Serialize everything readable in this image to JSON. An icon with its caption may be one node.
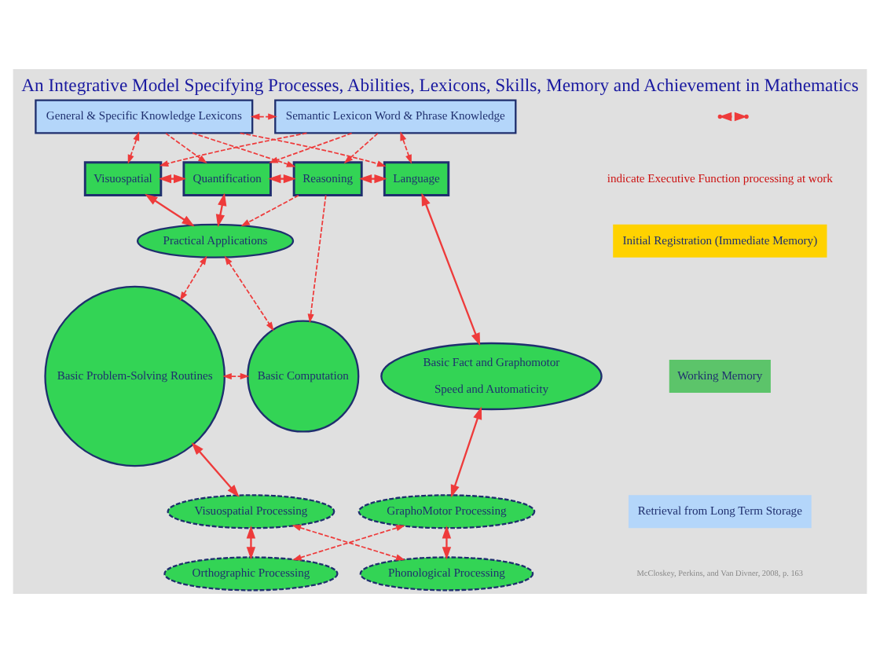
{
  "diagram": {
    "title": "An Integrative Model Specifying Processes, Abilities, Lexicons, Skills, Memory and Achievement in Mathematics",
    "nodes": [
      {
        "text": [
          "General & Specific Knowledge Lexicons"
        ]
      },
      {
        "text": [
          "Semantic Lexicon Word & Phrase Knowledge"
        ]
      },
      {
        "text": [
          "Visuospatial"
        ]
      },
      {
        "text": [
          "Quantification"
        ]
      },
      {
        "text": [
          "Reasoning"
        ]
      },
      {
        "text": [
          "Language"
        ]
      },
      {
        "text": [
          "Practical Applications"
        ]
      },
      {
        "text": [
          "Basic Problem-Solving Routines"
        ]
      },
      {
        "text": [
          "Basic Computation"
        ]
      },
      {
        "text": [
          "Basic Fact and Graphomotor",
          "Speed and Automaticity"
        ]
      },
      {
        "text": [
          "Visuospatial Processing"
        ]
      },
      {
        "text": [
          "GraphoMotor Processing"
        ]
      },
      {
        "text": [
          "Orthographic Processing"
        ]
      },
      {
        "text": [
          "Phonological Processing"
        ]
      },
      {
        "text": [
          "Initial Registration (Immediate Memory)"
        ]
      },
      {
        "text": [
          "Working Memory"
        ]
      },
      {
        "text": [
          "Retrieval from Long Term Storage"
        ]
      }
    ],
    "edges": [
      {
        "from": 0,
        "to": 1,
        "arrow": "both",
        "style": "dashed"
      },
      {
        "from": 0,
        "to": 2,
        "arrow": "both",
        "style": "dashed"
      },
      {
        "from": 0,
        "to": 3,
        "arrow": "to",
        "style": "dashed"
      },
      {
        "from": 0,
        "to": 4,
        "arrow": "to",
        "style": "dashed"
      },
      {
        "from": 0,
        "to": 5,
        "arrow": "to",
        "style": "dashed"
      },
      {
        "from": 1,
        "to": 2,
        "arrow": "to",
        "style": "dashed"
      },
      {
        "from": 1,
        "to": 3,
        "arrow": "to",
        "style": "dashed"
      },
      {
        "from": 1,
        "to": 4,
        "arrow": "to",
        "style": "dashed"
      },
      {
        "from": 1,
        "to": 5,
        "arrow": "both",
        "style": "dashed"
      },
      {
        "from": 2,
        "to": 3,
        "arrow": "both"
      },
      {
        "from": 3,
        "to": 4,
        "arrow": "both"
      },
      {
        "from": 4,
        "to": 5,
        "arrow": "both"
      },
      {
        "from": 2,
        "to": 6,
        "arrow": "both"
      },
      {
        "from": 3,
        "to": 6,
        "arrow": "both"
      },
      {
        "from": 4,
        "to": 6,
        "arrow": "to",
        "style": "dashed"
      },
      {
        "from": 4,
        "to": 8,
        "arrow": "to",
        "style": "dashed"
      },
      {
        "from": 5,
        "to": 9,
        "arrow": "both"
      },
      {
        "from": 6,
        "to": 7,
        "arrow": "both",
        "style": "dashed"
      },
      {
        "from": 6,
        "to": 8,
        "arrow": "both",
        "style": "dashed"
      },
      {
        "from": 7,
        "to": 8,
        "arrow": "both",
        "style": "dashed"
      },
      {
        "from": 7,
        "to": 10,
        "arrow": "both"
      },
      {
        "from": 9,
        "to": 11,
        "arrow": "both"
      },
      {
        "from": 10,
        "to": 12,
        "arrow": "both"
      },
      {
        "from": 11,
        "to": 13,
        "arrow": "both"
      },
      {
        "from": 10,
        "to": 13,
        "arrow": "both",
        "style": "dashed"
      },
      {
        "from": 12,
        "to": 11,
        "arrow": "both",
        "style": "dashed"
      }
    ],
    "labels": [
      "McCloskey, Perkins, and Van Divner, 2008, p. 163"
    ],
    "legend": [
      {
        "text": "indicate Executive Function processing at work"
      }
    ]
  }
}
